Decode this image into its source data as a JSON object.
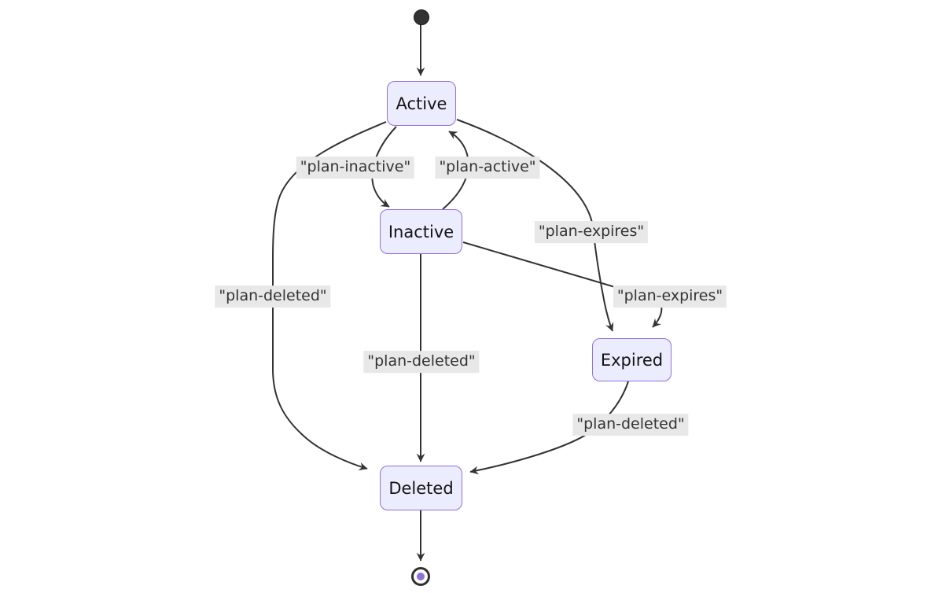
{
  "diagram": {
    "type": "state-diagram",
    "title": "",
    "states": [
      {
        "id": "active",
        "label": "Active"
      },
      {
        "id": "inactive",
        "label": "Inactive"
      },
      {
        "id": "expired",
        "label": "Expired"
      },
      {
        "id": "deleted",
        "label": "Deleted"
      }
    ],
    "transitions": [
      {
        "from": "start",
        "to": "active",
        "label": ""
      },
      {
        "from": "active",
        "to": "inactive",
        "label": "\"plan-inactive\""
      },
      {
        "from": "inactive",
        "to": "active",
        "label": "\"plan-active\""
      },
      {
        "from": "active",
        "to": "expired",
        "label": "\"plan-expires\""
      },
      {
        "from": "inactive",
        "to": "expired",
        "label": "\"plan-expires\""
      },
      {
        "from": "active",
        "to": "deleted",
        "label": "\"plan-deleted\""
      },
      {
        "from": "inactive",
        "to": "deleted",
        "label": "\"plan-deleted\""
      },
      {
        "from": "expired",
        "to": "deleted",
        "label": "\"plan-deleted\""
      },
      {
        "from": "deleted",
        "to": "end",
        "label": ""
      }
    ],
    "colors": {
      "state_fill": "#ECECFF",
      "state_border": "#9370DB",
      "edge": "#333333",
      "label_bg": "#e8e8e8",
      "node_text": "#131313",
      "label_text": "#333333",
      "final_dot": "#8d70dd",
      "start_fill": "#333333"
    }
  }
}
